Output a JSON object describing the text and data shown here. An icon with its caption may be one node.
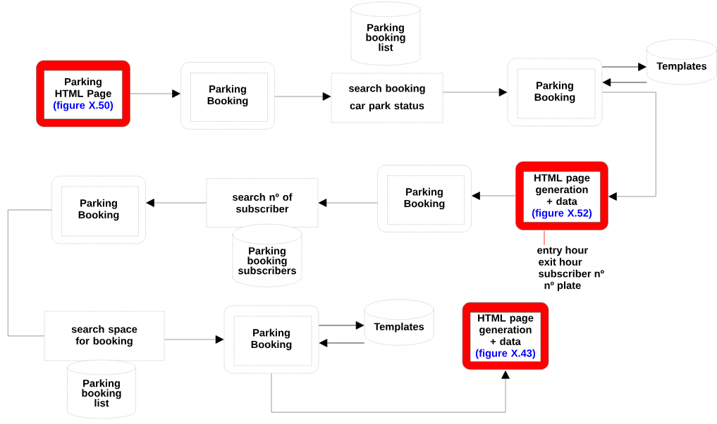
{
  "diagram": {
    "nodes": [
      {
        "text": [
          "Parking HTML Page",
          "(figure X.50)"
        ]
      },
      {
        "text": [
          "Parking Booking"
        ]
      },
      {
        "text": [
          "Parking booking list"
        ]
      },
      {
        "text": [
          "search booking",
          "car park status"
        ]
      },
      {
        "text": [
          "Parking Booking"
        ]
      },
      {
        "text": [
          "Templates"
        ]
      },
      {
        "text": [
          "HTML page generation + data",
          "(figure X.52)"
        ]
      },
      {
        "text": [
          "Parking Booking"
        ]
      },
      {
        "text": [
          "search nº of subscriber"
        ]
      },
      {
        "text": [
          "Parking booking subscribers"
        ]
      },
      {
        "text": [
          "Parking Booking"
        ]
      },
      {
        "text": [
          "search space for booking"
        ]
      },
      {
        "text": [
          "Parking Booking"
        ]
      },
      {
        "text": [
          "Templates"
        ]
      },
      {
        "text": [
          "HTML page generation + data",
          "(figure X.43)"
        ]
      },
      {
        "text": [
          "Parking booking list"
        ]
      },
      {
        "text": [
          "entry hour",
          "exit hour",
          "subscriber nº",
          "nº plate"
        ]
      }
    ],
    "edges": [
      {
        "from": 0,
        "to": 1,
        "arrow": "to"
      },
      {
        "from": 1,
        "to": 3,
        "arrow": "to"
      },
      {
        "from": 3,
        "to": 4,
        "arrow": "to"
      },
      {
        "from": 4,
        "to": 5,
        "arrow": "to",
        "color": "#000000"
      },
      {
        "from": 5,
        "to": 4,
        "arrow": "to",
        "color": "#000000"
      },
      {
        "from": 4,
        "to": 6,
        "arrow": "to"
      },
      {
        "from": 6,
        "to": 7,
        "arrow": "to"
      },
      {
        "from": 7,
        "to": 8,
        "arrow": "to"
      },
      {
        "from": 8,
        "to": 10,
        "arrow": "to"
      },
      {
        "from": 10,
        "to": 11,
        "arrow": "none"
      },
      {
        "from": 11,
        "to": 12,
        "arrow": "to"
      },
      {
        "from": 12,
        "to": 13,
        "arrow": "to",
        "color": "#000000"
      },
      {
        "from": 13,
        "to": 12,
        "arrow": "to",
        "color": "#000000"
      },
      {
        "from": 12,
        "to": 14,
        "arrow": "to"
      },
      {
        "from": 6,
        "to": 16,
        "arrow": "none",
        "color": "#ff0000"
      }
    ]
  }
}
